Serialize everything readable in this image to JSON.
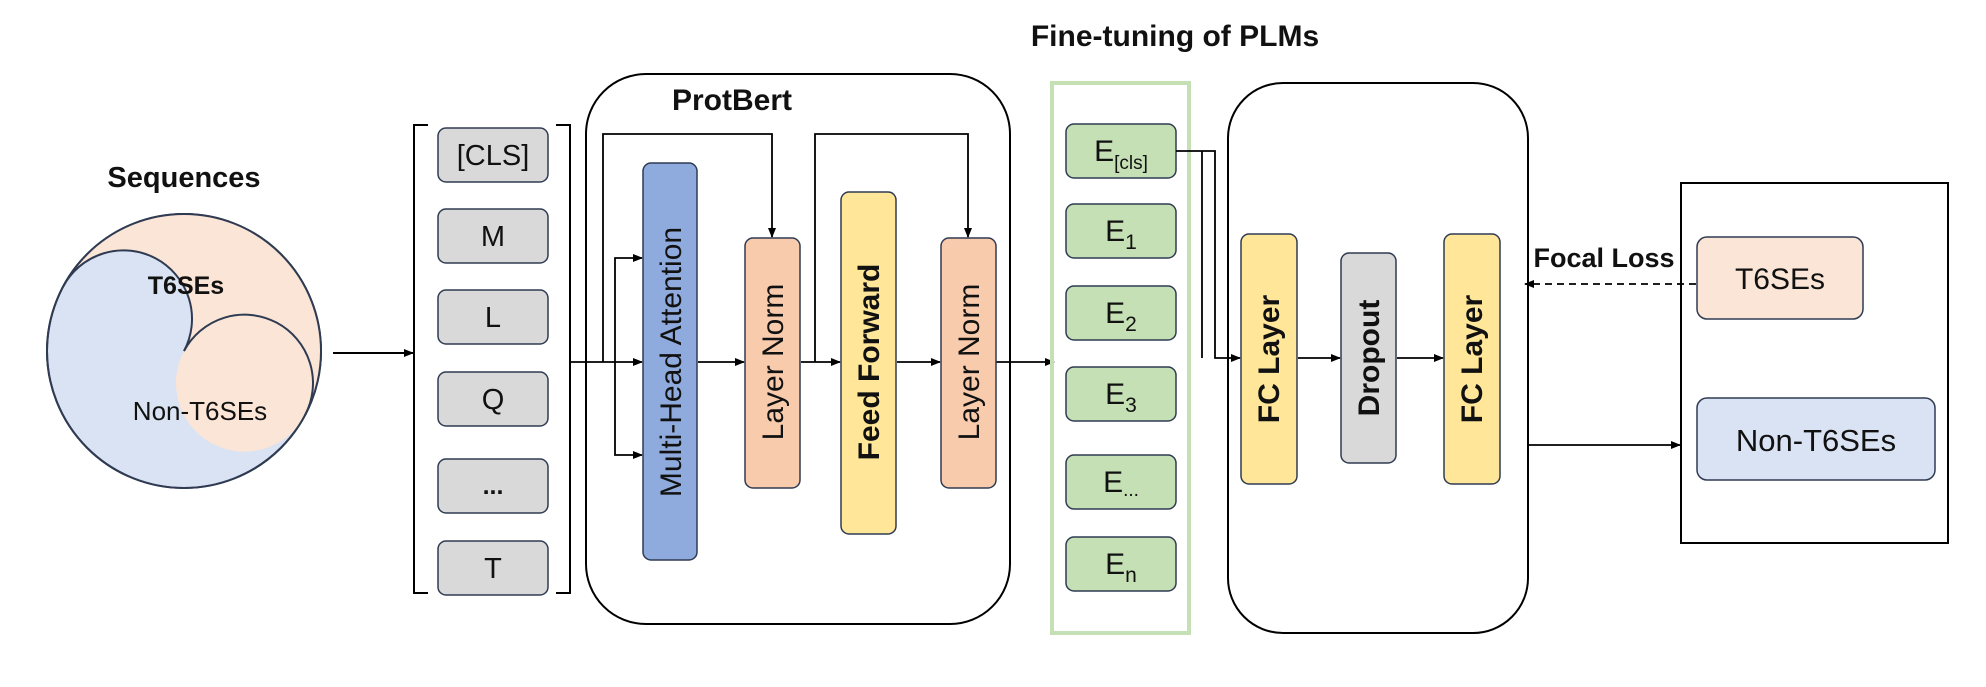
{
  "title": "Fine-tuning of PLMs",
  "sequences": {
    "label": "Sequences",
    "top_class": "T6SEs",
    "bottom_class": "Non-T6SEs"
  },
  "tokens": [
    "[CLS]",
    "M",
    "L",
    "Q",
    "...",
    "T"
  ],
  "protbert": {
    "label": "ProtBert",
    "attention": "Multi-Head Attention",
    "norm1": "Layer Norm",
    "feed_forward": "Feed Forward",
    "norm2": "Layer Norm"
  },
  "embeddings": [
    {
      "base": "E",
      "sub": "[cls]"
    },
    {
      "base": "E",
      "sub": "1"
    },
    {
      "base": "E",
      "sub": "2"
    },
    {
      "base": "E",
      "sub": "3"
    },
    {
      "base": "E",
      "sub": "..."
    },
    {
      "base": "E",
      "sub": "n"
    }
  ],
  "classifier": {
    "fc1": "FC Layer",
    "dropout": "Dropout",
    "fc2": "FC Layer"
  },
  "output": {
    "loss": "Focal Loss",
    "positive": "T6SEs",
    "negative": "Non-T6SEs"
  },
  "colors": {
    "token_fill": "#d9d9d9",
    "attention_fill": "#8faadc",
    "norm_fill": "#f8cbad",
    "ff_fill": "#ffe699",
    "embed_fill": "#c5e0b4",
    "embed_border": "#c5e0b4",
    "t6ses_fill": "#fbe5d6",
    "non_t6ses_fill": "#dae3f3"
  }
}
